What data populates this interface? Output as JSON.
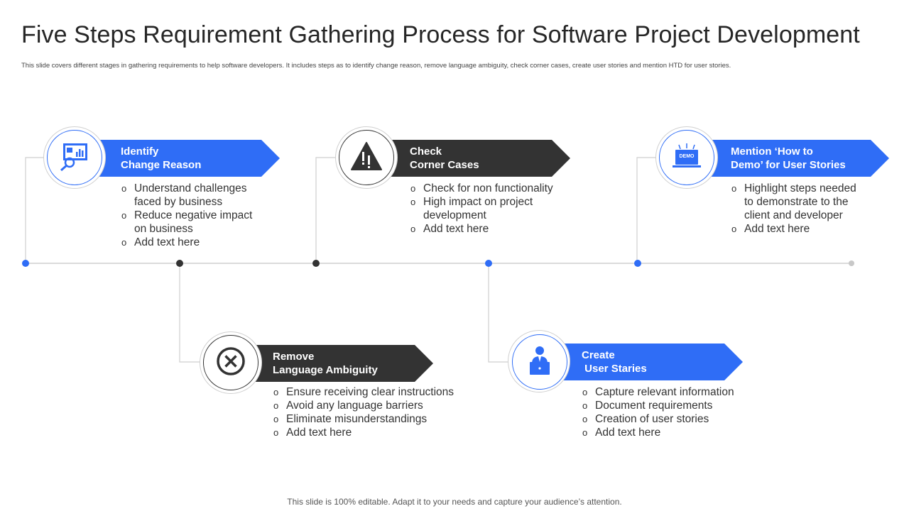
{
  "title": "Five Steps Requirement Gathering Process for Software Project Development",
  "subtitle": "This slide covers different stages in gathering requirements to help software developers. It includes steps as to identify change reason, remove language ambiguity, check corner cases, create user stories and mention HTD  for user stories.",
  "footer": "This slide is 100% editable. Adapt it to your needs and capture your audience’s attention.",
  "colors": {
    "blue": "#2f6df6",
    "dark": "#333333",
    "line": "#cccccc"
  },
  "steps": [
    {
      "heading_line1": "Identify",
      "heading_line2": "Change Reason",
      "icon": "presentation-analysis-icon",
      "bullets": [
        "Understand challenges",
        "faced by business",
        "Reduce negative impact",
        "on business",
        "Add text here"
      ]
    },
    {
      "heading_line1": "Remove",
      "heading_line2": "Language Ambiguity",
      "icon": "close-circle-icon",
      "bullets": [
        "Ensure receiving clear instructions",
        "Avoid any language barriers",
        "Eliminate misunderstandings",
        "Add text here"
      ]
    },
    {
      "heading_line1": "Check",
      "heading_line2": "Corner Cases",
      "icon": "warning-icon",
      "bullets": [
        "Check for non functionality",
        "High impact on project",
        "development",
        "Add text here"
      ]
    },
    {
      "heading_line1": "Create",
      "heading_line2": " User Staries",
      "icon": "user-laptop-icon",
      "bullets": [
        "Capture relevant information",
        "Document requirements",
        "Creation of user stories",
        "Add text here"
      ]
    },
    {
      "heading_line1": "Mention ‘How to",
      "heading_line2": "Demo’ for User Stories",
      "icon": "demo-screen-icon",
      "icon_label": "DEMO",
      "bullets": [
        "Highlight steps needed",
        "to demonstrate to the",
        "client and developer",
        "Add text here"
      ]
    }
  ]
}
